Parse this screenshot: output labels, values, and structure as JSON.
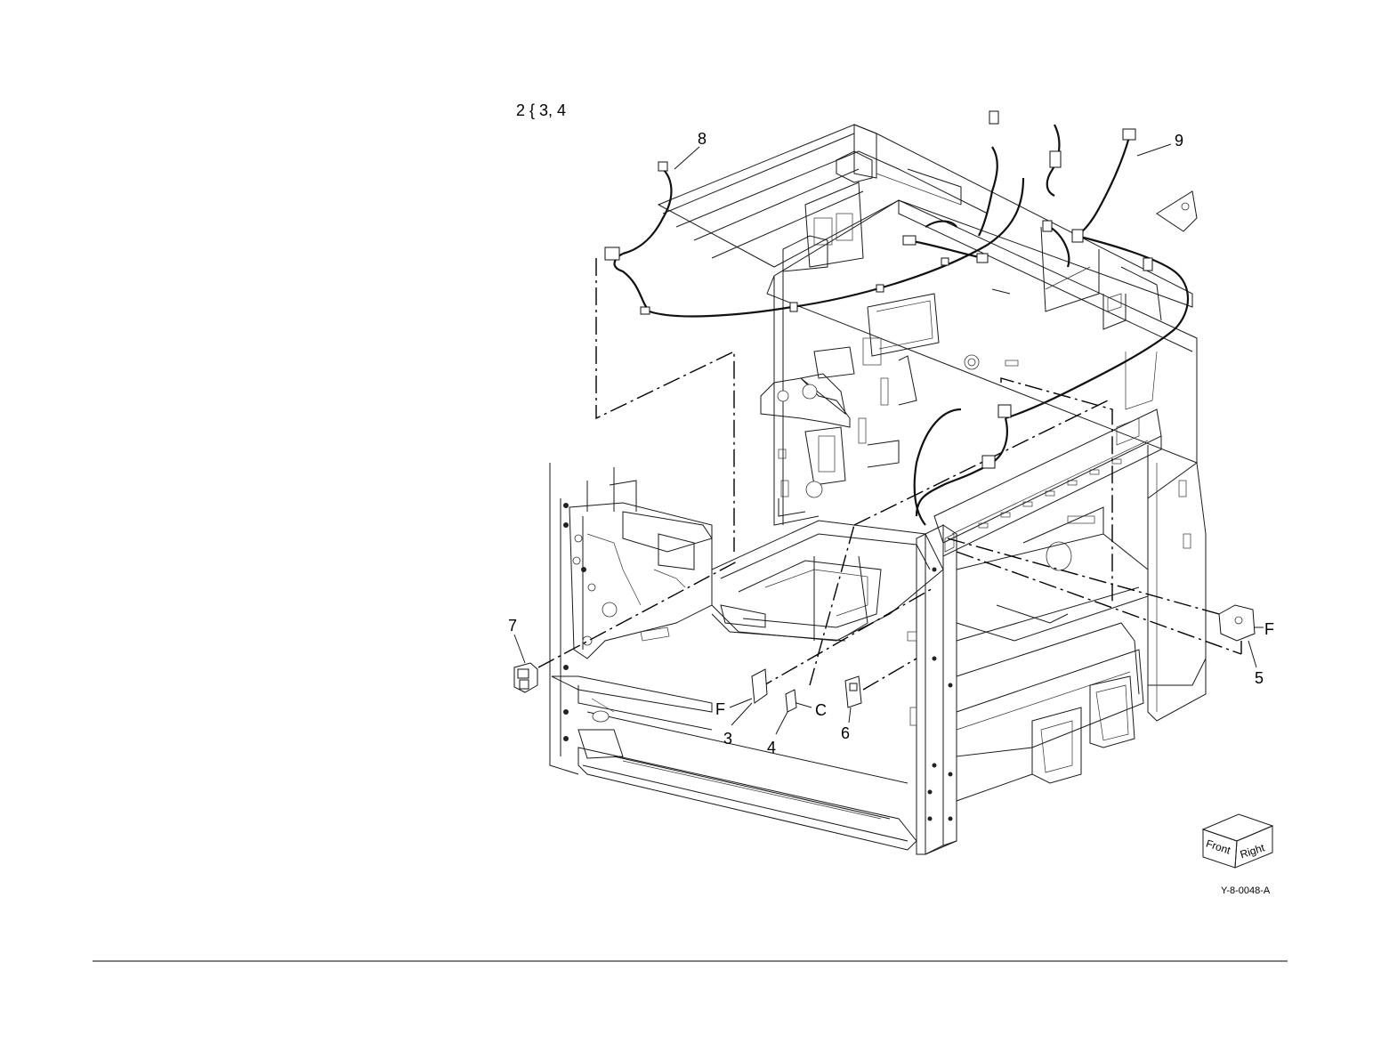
{
  "group_label": "2 { 3, 4",
  "callouts": [
    {
      "id": "c8",
      "label": "8"
    },
    {
      "id": "c9",
      "label": "9"
    },
    {
      "id": "c7",
      "label": "7"
    },
    {
      "id": "c5",
      "label": "5"
    },
    {
      "id": "c3",
      "label": "3"
    },
    {
      "id": "c4",
      "label": "4"
    },
    {
      "id": "c6",
      "label": "6"
    }
  ],
  "letters": {
    "f_left": "F",
    "c_mid": "C",
    "f_right": "F"
  },
  "orientation_cube": {
    "front": "Front",
    "right": "Right"
  },
  "figure_code": "Y-8-0048-A"
}
